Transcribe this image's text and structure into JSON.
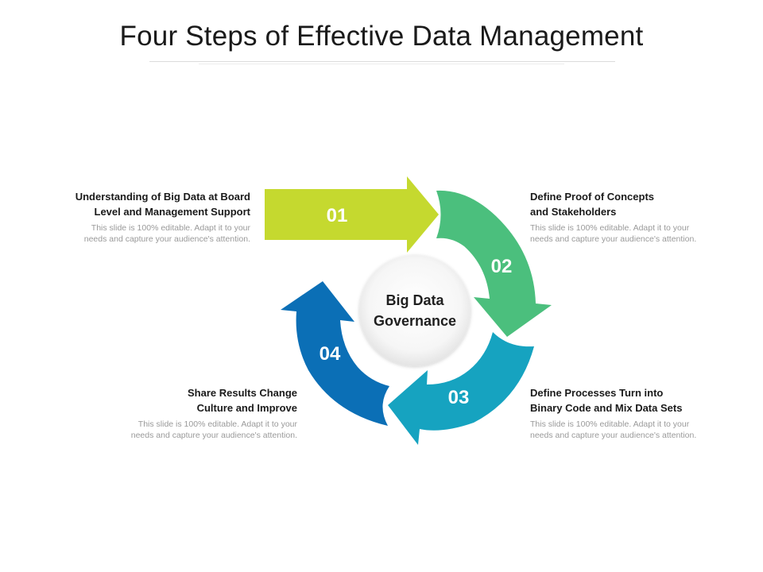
{
  "title": "Four Steps of Effective Data Management",
  "center": {
    "line1": "Big Data",
    "line2": "Governance"
  },
  "steps": [
    {
      "number": "01",
      "heading_line1": "Understanding of Big Data at Board",
      "heading_line2": "Level and Management Support",
      "desc_line1": "This slide is 100% editable. Adapt it to your",
      "desc_line2": "needs and capture your audience's attention.",
      "color": "#c5d92f"
    },
    {
      "number": "02",
      "heading_line1": "Define Proof of Concepts",
      "heading_line2": "and Stakeholders",
      "desc_line1": "This slide is 100% editable. Adapt it to your",
      "desc_line2": "needs and capture your audience's attention.",
      "color": "#4bbf7d"
    },
    {
      "number": "03",
      "heading_line1": "Define Processes Turn into",
      "heading_line2": "Binary Code and Mix Data Sets",
      "desc_line1": "This slide is 100% editable. Adapt it to your",
      "desc_line2": "needs and capture your audience's attention.",
      "color": "#16a3c0"
    },
    {
      "number": "04",
      "heading_line1": "Share Results Change",
      "heading_line2": "Culture and Improve",
      "desc_line1": "This slide is 100% editable. Adapt it to your",
      "desc_line2": "needs and capture your audience's attention.",
      "color": "#0b6fb6"
    }
  ]
}
